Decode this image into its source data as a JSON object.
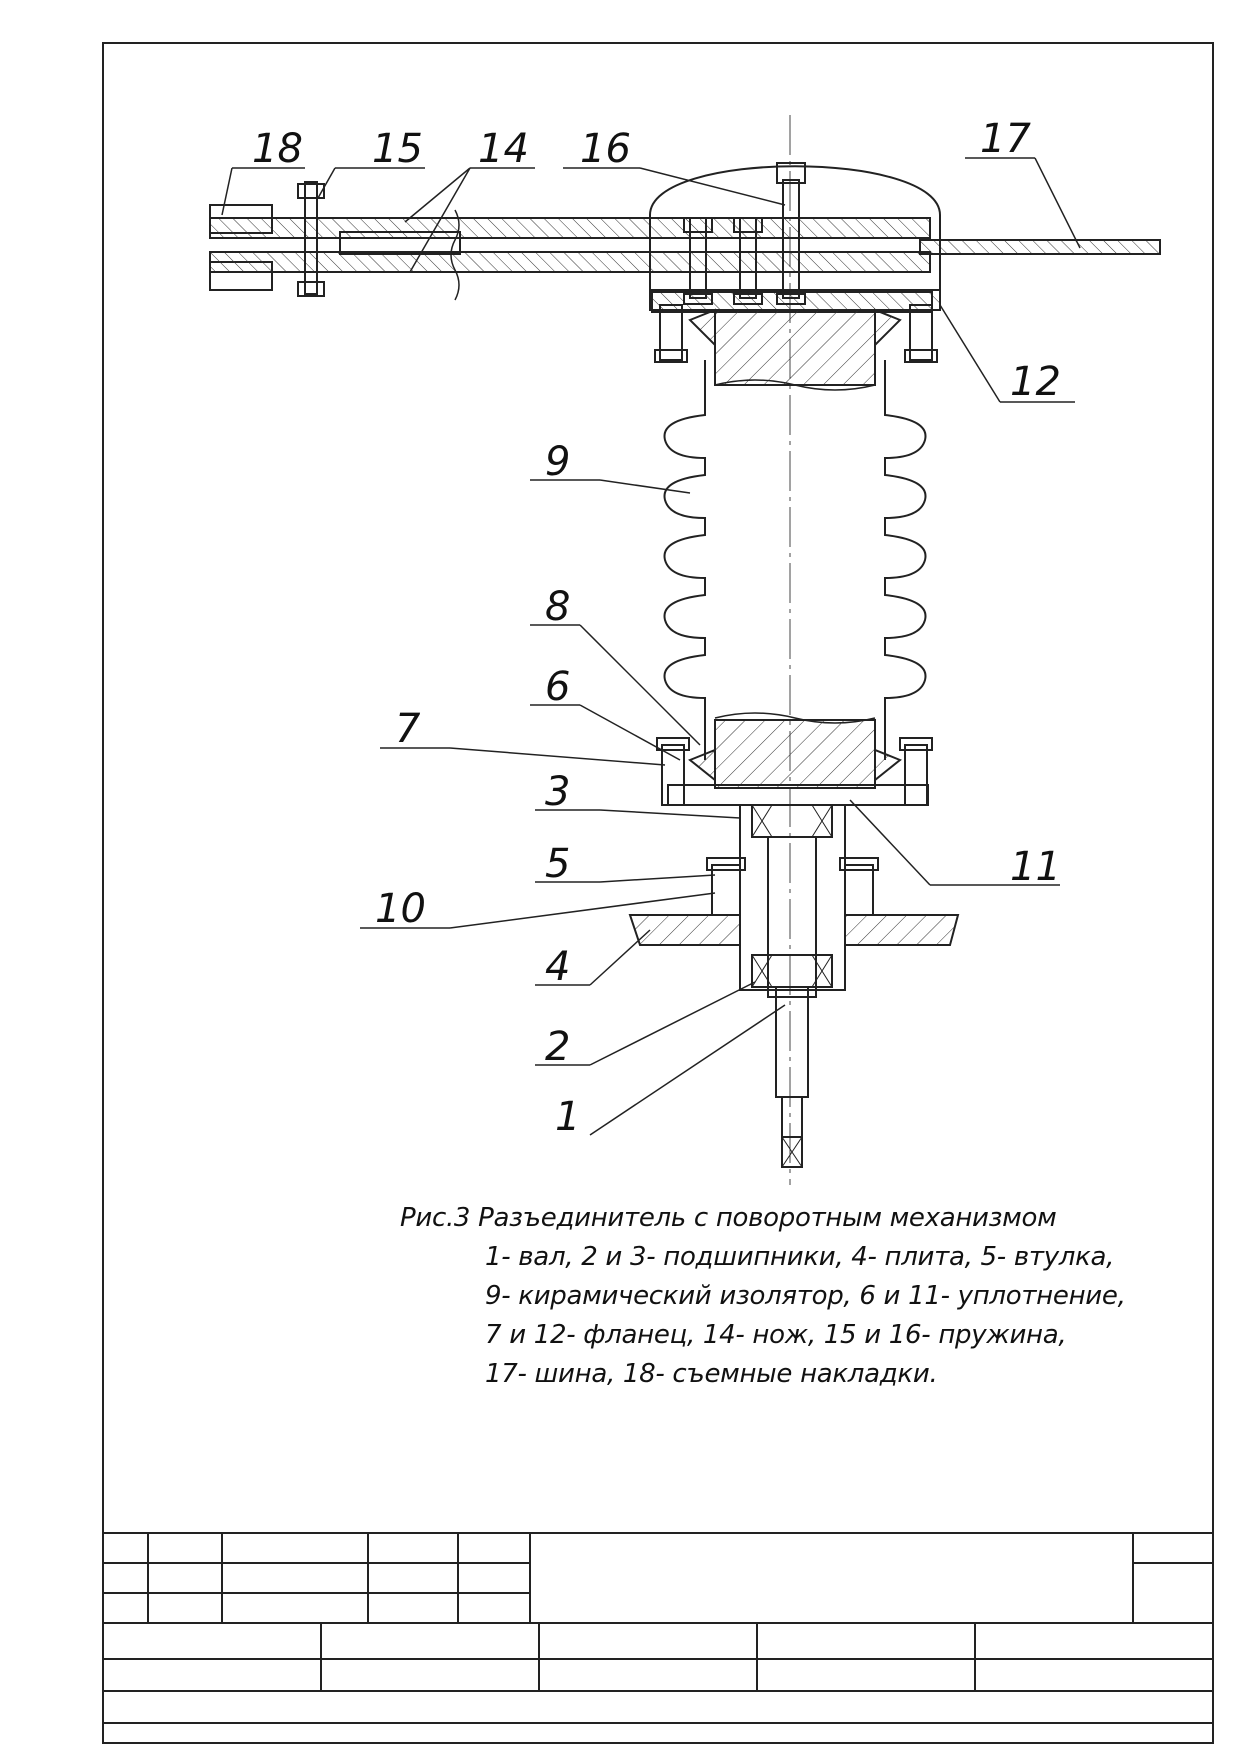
{
  "drawing": {
    "callouts": [
      "18",
      "15",
      "14",
      "16",
      "17",
      "12",
      "9",
      "8",
      "6",
      "7",
      "3",
      "5",
      "10",
      "4",
      "2",
      "1",
      "11"
    ]
  },
  "caption": {
    "title": "Рис.3 Разъединитель с поворотным механизмом",
    "lines": [
      "1- вал, 2 и 3- подшипники, 4- плита, 5- втулка,",
      "9- кирамический изолятор, 6 и 11- уплотнение,",
      "7 и 12- фланец, 14- нож, 15 и 16- пружина,",
      "17- шина, 18- съемные накладки."
    ]
  }
}
